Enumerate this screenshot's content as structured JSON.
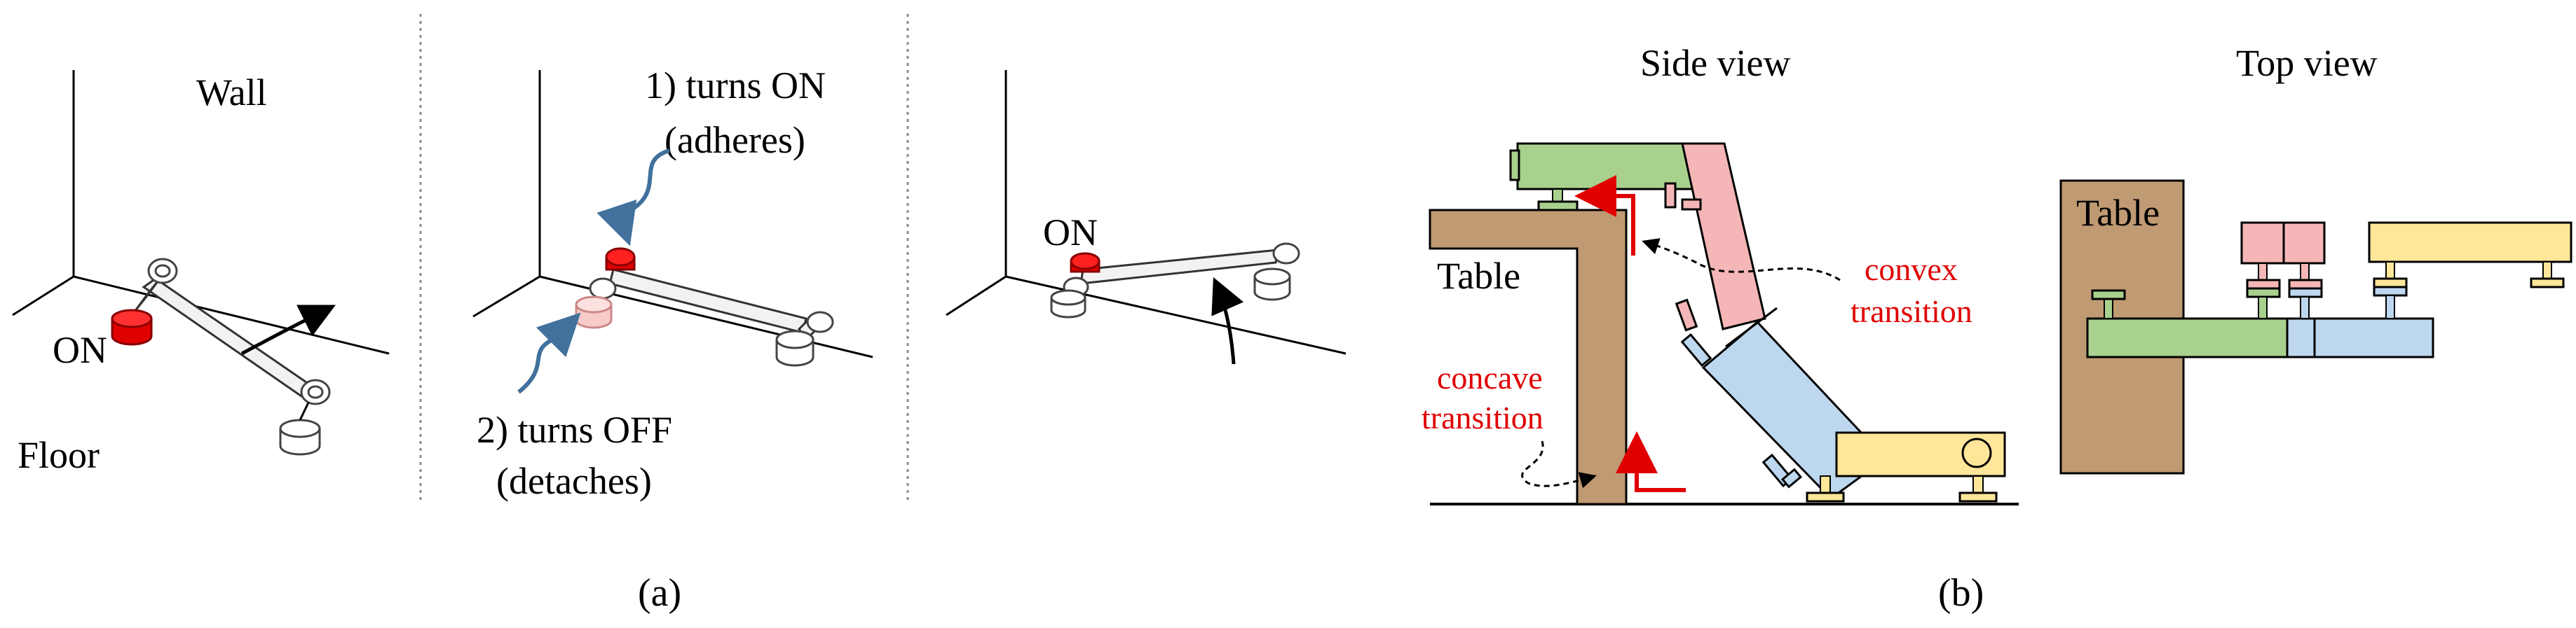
{
  "panel_a": {
    "scene1": {
      "wall_label": "Wall",
      "floor_label": "Floor",
      "on_label": "ON"
    },
    "scene2": {
      "step1_line1": "1) turns ON",
      "step1_line2": "(adheres)",
      "step2_line1": "2) turns OFF",
      "step2_line2": "(detaches)"
    },
    "scene3": {
      "on_label": "ON"
    },
    "caption": "(a)"
  },
  "panel_b": {
    "side_view": {
      "title": "Side view",
      "table_label": "Table",
      "convex_line1": "convex",
      "convex_line2": "transition",
      "concave_line1": "concave",
      "concave_line2": "transition"
    },
    "top_view": {
      "title": "Top view",
      "table_label": "Table"
    },
    "caption": "(b)"
  },
  "colors": {
    "green": "#a9d18e",
    "pink": "#f4b6b6",
    "blue": "#bdd7ee",
    "yellow": "#ffe699",
    "table_brown": "#c09a72",
    "red_accent": "#e00000",
    "arrow_blue": "#41719c",
    "foot_on_red": "#e00000",
    "foot_off_pink": "#f8cbcb"
  }
}
